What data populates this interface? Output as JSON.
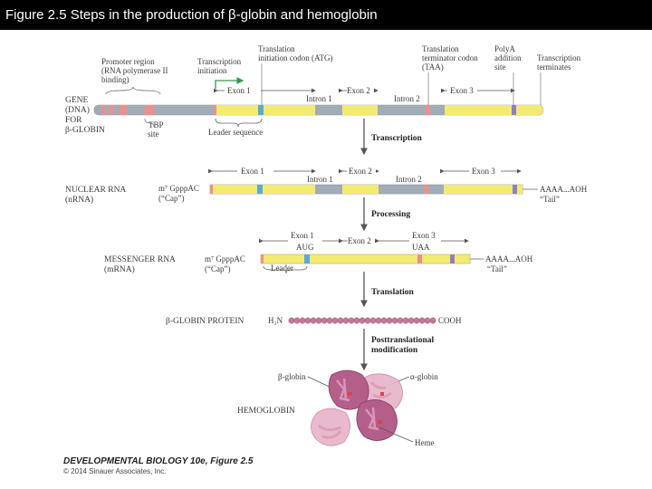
{
  "title": "Figure 2.5 Steps in the production of β-globin and hemoglobin",
  "gene": {
    "left_label": [
      "GENE",
      "(DNA)",
      "FOR",
      "β-GLOBIN"
    ],
    "promoter": [
      "Promoter region",
      "(RNA polymerase II",
      "binding)"
    ],
    "tbp": [
      "TBP",
      "site"
    ],
    "transcription_initiation": [
      "Transcription",
      "initiation"
    ],
    "translation_initiation": [
      "Translation",
      "initiation codon (ATG)"
    ],
    "translation_terminator": [
      "Translation",
      "terminator codon",
      "(TAA)"
    ],
    "polya": [
      "PolyA",
      "addition",
      "site"
    ],
    "transcription_terminates": [
      "Transcription",
      "terminates"
    ],
    "exon1": "Exon 1",
    "intron1": "Intron 1",
    "exon2": "Exon 2",
    "intron2": "Intron 2",
    "exon3": "Exon 3",
    "leader": "Leader sequence"
  },
  "steps": {
    "transcription": "Transcription",
    "processing": "Processing",
    "translation": "Translation",
    "posttranslational": [
      "Posttranslational",
      "modification"
    ]
  },
  "nuclear_rna": {
    "left_label": [
      "NUCLEAR RNA",
      "(nRNA)"
    ],
    "cap": [
      "m⁷ GpppAC",
      "(“Cap”)"
    ],
    "exon1": "Exon 1",
    "intron1": "Intron 1",
    "exon2": "Exon 2",
    "intron2": "Intron 2",
    "exon3": "Exon 3",
    "tail": [
      "AAAA...AOH",
      "“Tail”"
    ]
  },
  "mrna": {
    "left_label": [
      "MESSENGER RNA",
      "(mRNA)"
    ],
    "cap": [
      "m⁷ GpppAC",
      "(“Cap”)"
    ],
    "exon1": "Exon 1",
    "aug": "AUG",
    "exon2": "Exon 2",
    "exon3": "Exon 3",
    "uaa": "UAA",
    "leader": "Leader",
    "tail": [
      "AAAA...AOH",
      "“Tail”"
    ]
  },
  "protein": {
    "left_label": "β-GLOBIN PROTEIN",
    "n_term": "H₂N",
    "c_term": "COOH"
  },
  "hemoglobin": {
    "left_label": "HEMOGLOBIN",
    "beta": "β-globin",
    "alpha": "α-globin",
    "heme": "Heme"
  },
  "credit": {
    "line1": "DEVELOPMENTAL BIOLOGY 10e, Figure 2.5",
    "line2": "© 2014 Sinauer Associates, Inc."
  },
  "colors": {
    "exon": "#f3ea72",
    "intron": "#a2acb6",
    "promoter": "#ec8f8a",
    "accent_blue": "#5ba9d6",
    "accent_purple": "#8f7fc0",
    "arrow_green": "#2d9b4a",
    "protein_bead": "#c27a99",
    "beta_subunit": "#b45f8a",
    "alpha_subunit": "#e8b6cb"
  }
}
